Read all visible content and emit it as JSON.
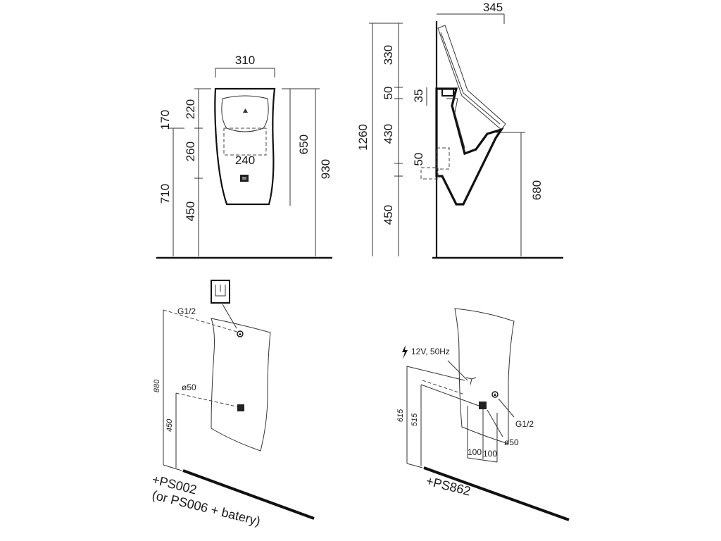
{
  "front_view": {
    "width": "310",
    "basin_h": "220",
    "tank_h": "260",
    "base_h": "450",
    "left_top": "170",
    "left_bottom": "710",
    "inner_w": "240",
    "right_h": "650",
    "total_h": "930"
  },
  "side_view": {
    "depth": "345",
    "v1": "330",
    "v2": "50",
    "v3": "430",
    "v4": "50",
    "v5": "450",
    "total": "1260",
    "pipe": "35",
    "right_h": "680"
  },
  "install_left": {
    "thread": "G1/2",
    "drain": "ø50",
    "h_total": "880",
    "h_drain": "450",
    "code": "+PS002",
    "alt": "(or PS006 + batery)"
  },
  "install_right": {
    "power": "12V, 50Hz",
    "thread": "G1/2",
    "drain": "ø50",
    "h_total": "615",
    "h_drain": "515",
    "spacing_a": "100",
    "spacing_b": "100",
    "code": "+PS862"
  },
  "icons": [
    "wall-outlet-icon",
    "lightning-icon",
    "sensor-icon",
    "drain-icon"
  ]
}
